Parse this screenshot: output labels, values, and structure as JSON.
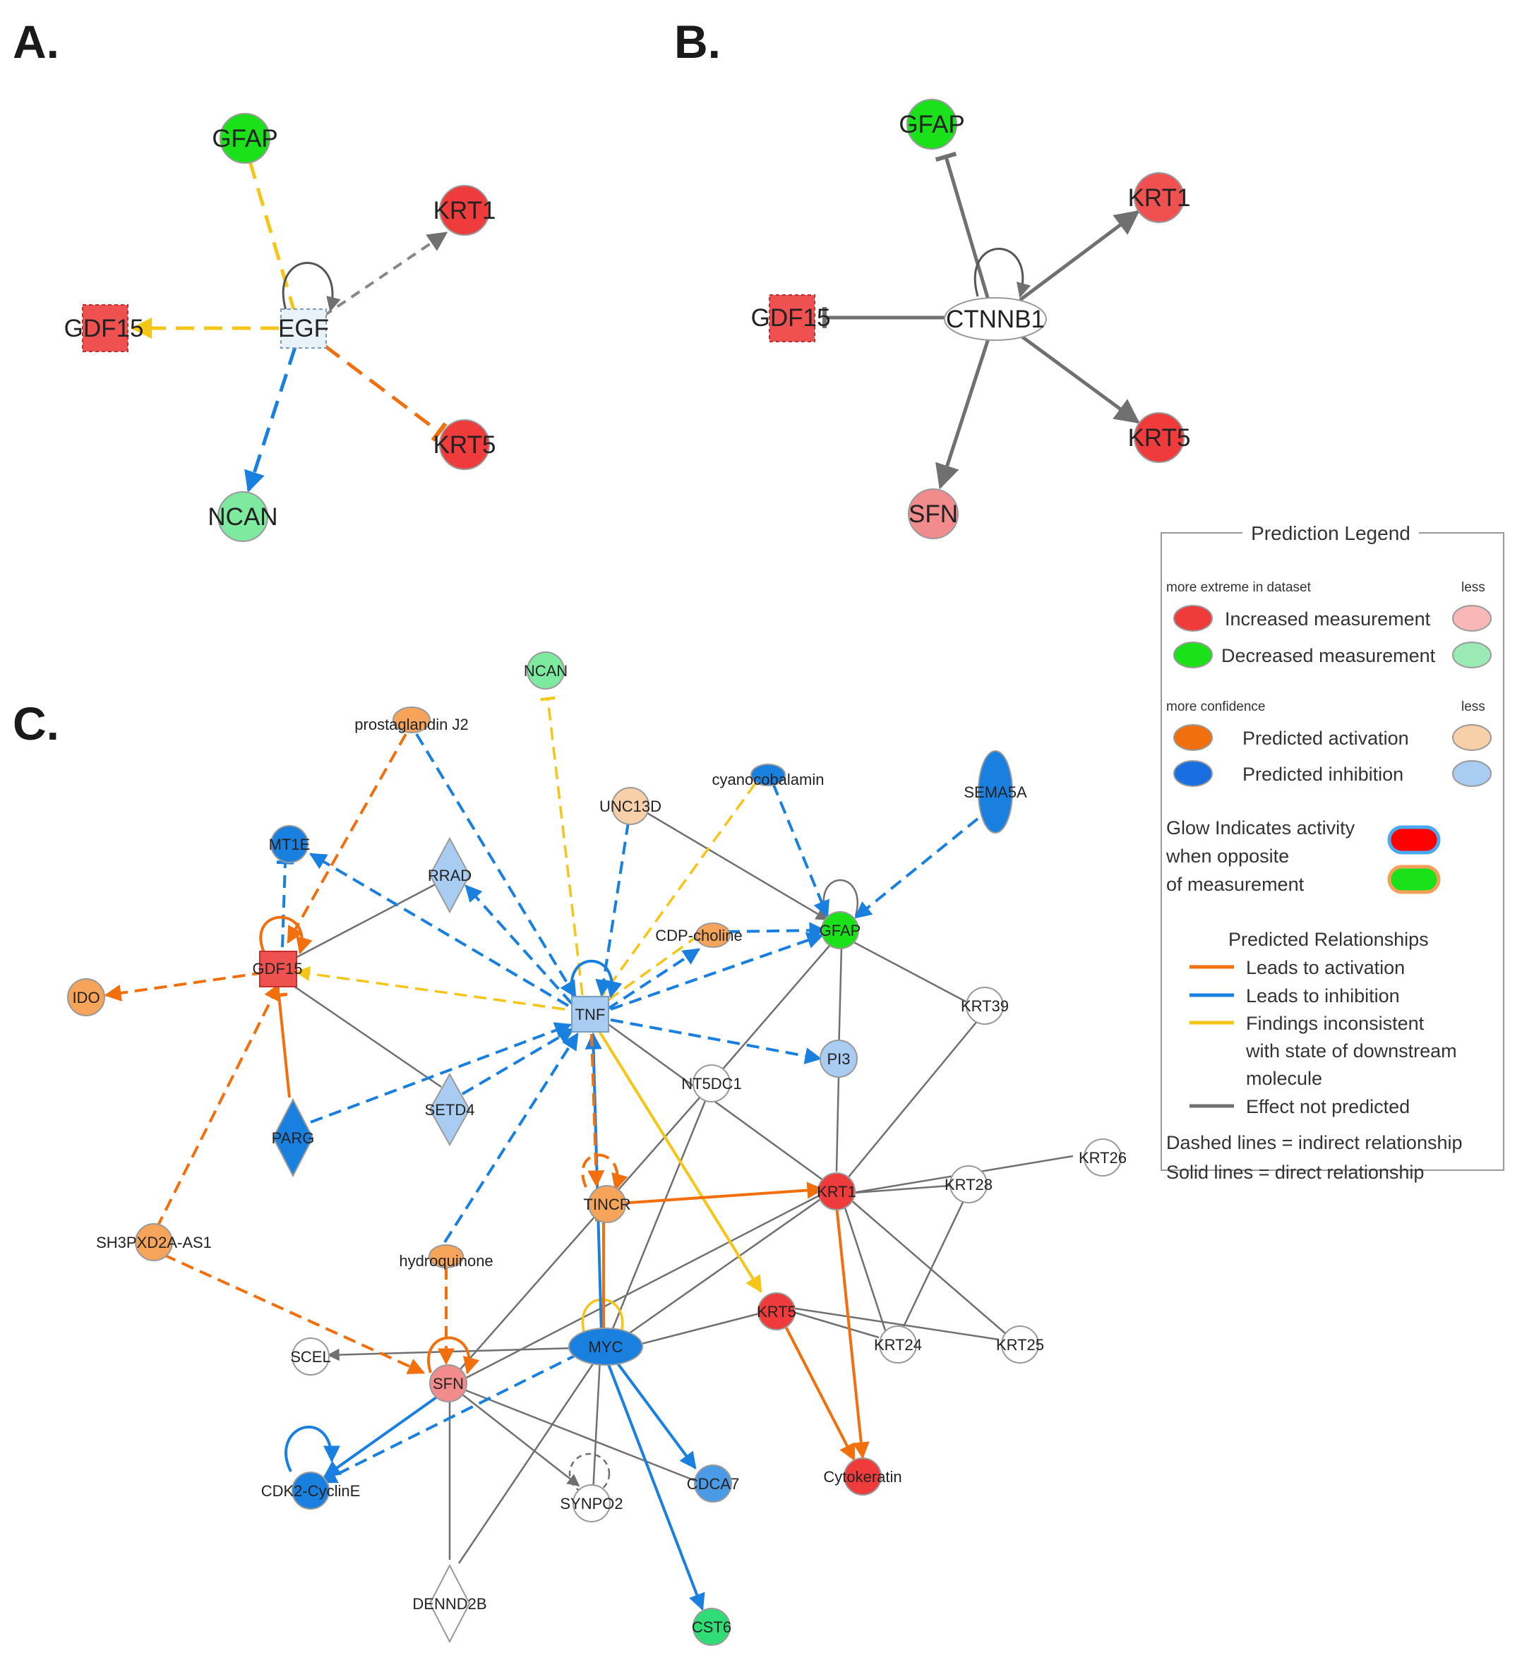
{
  "panels": {
    "a": "A.",
    "b": "B.",
    "c": "C."
  },
  "colors": {
    "increased_strong": "#ef3b3b",
    "increased_weak": "#f28b8b",
    "decreased_strong": "#1be11b",
    "decreased_weak": "#7eeaa0",
    "activation": "#f26f0e",
    "activation_weak": "#f5a45a",
    "inhibition": "#1a80e0",
    "inhibition_weak": "#a9cdf2",
    "inconsistent": "#f5c518",
    "not_predicted": "#707070"
  },
  "panel_a": {
    "nodes": {
      "gfap": "GFAP",
      "krt1": "KRT1",
      "egf": "EGF",
      "gdf15": "GDF15",
      "krt5": "KRT5",
      "ncan": "NCAN"
    }
  },
  "panel_b": {
    "nodes": {
      "gfap": "GFAP",
      "krt1": "KRT1",
      "ctnnb1": "CTNNB1",
      "gdf15": "GDF15",
      "krt5": "KRT5",
      "sfn": "SFN"
    }
  },
  "panel_c": {
    "nodes": {
      "ncan": "NCAN",
      "prostaglandin": "prostaglandin J2",
      "cyanocobalamin": "cyanocobalamin",
      "unc13d": "UNC13D",
      "sema5a": "SEMA5A",
      "mt1e": "MT1E",
      "rrad": "RRAD",
      "cdp_choline": "CDP-choline",
      "gfap": "GFAP",
      "gdf15": "GDF15",
      "ido": "IDO",
      "tnf": "TNF",
      "krt39": "KRT39",
      "pi3": "PI3",
      "nt5dc1": "NT5DC1",
      "setd4": "SETD4",
      "parg": "PARG",
      "krt26": "KRT26",
      "krt28": "KRT28",
      "krt1": "KRT1",
      "tincr": "TINCR",
      "sh3pxd2a": "SH3PXD2A-AS1",
      "hydroquinone": "hydroquinone",
      "krt5": "KRT5",
      "krt24": "KRT24",
      "krt25": "KRT25",
      "scel": "SCEL",
      "myc": "MYC",
      "sfn": "SFN",
      "cdk2": "CDK2-CyclinE",
      "synpo2": "SYNPO2",
      "cdca7": "CDCA7",
      "cytokeratin": "Cytokeratin",
      "dennd2b": "DENND2B",
      "cst6": "CST6"
    }
  },
  "legend": {
    "title": "Prediction Legend",
    "extreme_header": "more extreme in dataset",
    "less": "less",
    "increased": "Increased measurement",
    "decreased": "Decreased measurement",
    "confidence_header": "more confidence",
    "activation": "Predicted activation",
    "inhibition": "Predicted inhibition",
    "glow_line1": "Glow Indicates activity",
    "glow_line2": "when opposite",
    "glow_line3": "of measurement",
    "relationships_title": "Predicted Relationships",
    "leads_activation": "Leads to activation",
    "leads_inhibition": "Leads to inhibition",
    "inconsistent_line1": "Findings inconsistent",
    "inconsistent_line2": "with state of downstream",
    "inconsistent_line3": "molecule",
    "not_predicted": "Effect not predicted",
    "dashed": "Dashed lines = indirect relationship",
    "solid": "Solid lines = direct relationship"
  }
}
